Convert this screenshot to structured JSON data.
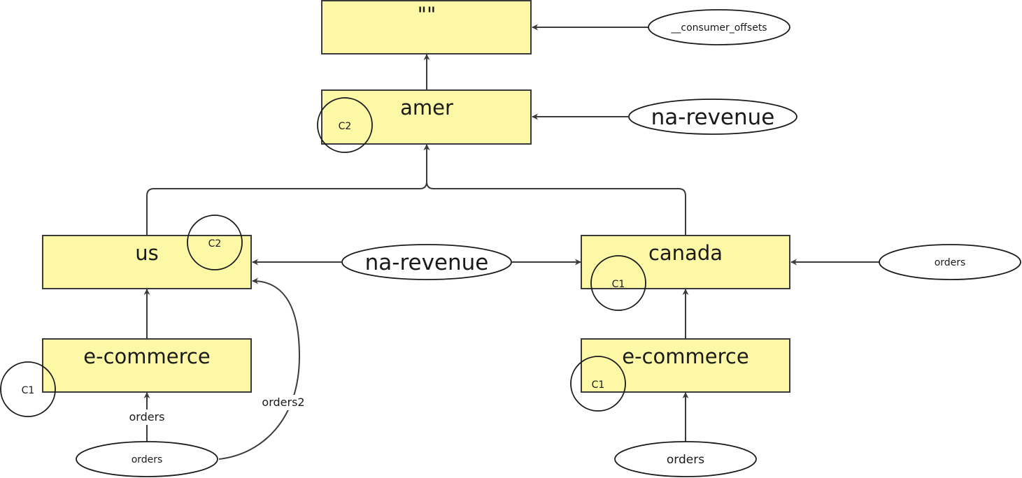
{
  "nodes": {
    "root": {
      "label": "\"\""
    },
    "amer": {
      "label": "amer"
    },
    "us": {
      "label": "us"
    },
    "canada": {
      "label": "canada"
    },
    "us_ecommerce": {
      "label": "e-commerce"
    },
    "ca_ecommerce": {
      "label": "e-commerce"
    }
  },
  "ellipses": {
    "consumer_offsets": {
      "label": "__consumer_offsets"
    },
    "amer_source": {
      "label": "na-revenue"
    },
    "mid_source": {
      "label": "na-revenue"
    },
    "canada_orders": {
      "label": "orders"
    },
    "us_orders": {
      "label": "orders"
    },
    "ca_orders": {
      "label": "orders"
    }
  },
  "markers": {
    "amer_c2": {
      "label": "C2"
    },
    "us_c2": {
      "label": "C2"
    },
    "canada_c1": {
      "label": "C1"
    },
    "us_ecom_c1": {
      "label": "C1"
    },
    "ca_ecom_c1": {
      "label": "C1"
    }
  },
  "edge_labels": {
    "us_orders_to_ecom": "orders",
    "us_orders_to_us": "orders2"
  },
  "colors": {
    "box_fill": "#fcf8a6",
    "stroke": "#3b3b3b"
  }
}
